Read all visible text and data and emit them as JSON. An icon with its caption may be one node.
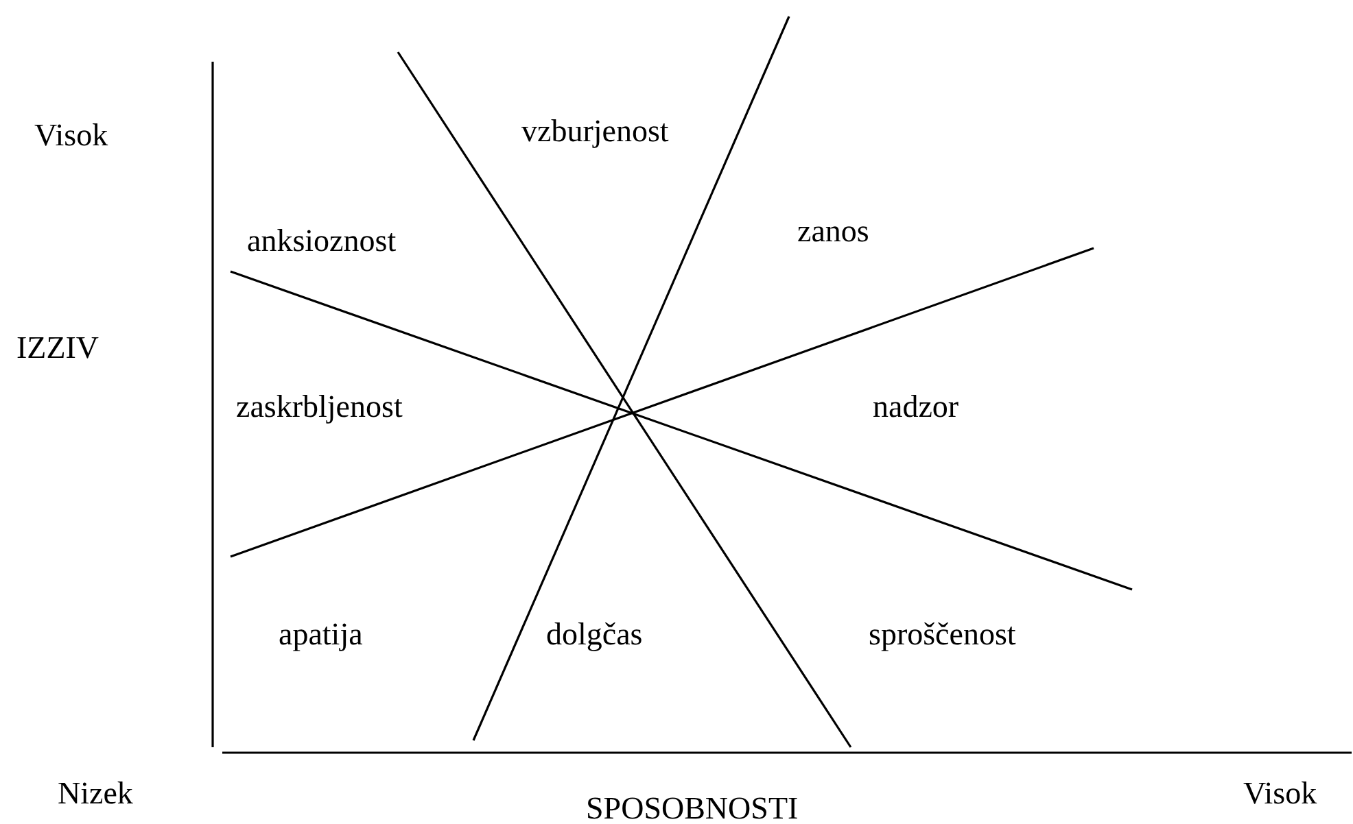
{
  "diagram": {
    "labels": [
      "Visok",
      "vzburjenost",
      "zanos",
      "anksioznost",
      "IZZIV",
      "zaskrbljenost",
      "nadzor",
      "apatija",
      "dolgčas",
      "sproščenost",
      "Nizek",
      "SPOSOBNOSTI",
      "Visok"
    ]
  }
}
